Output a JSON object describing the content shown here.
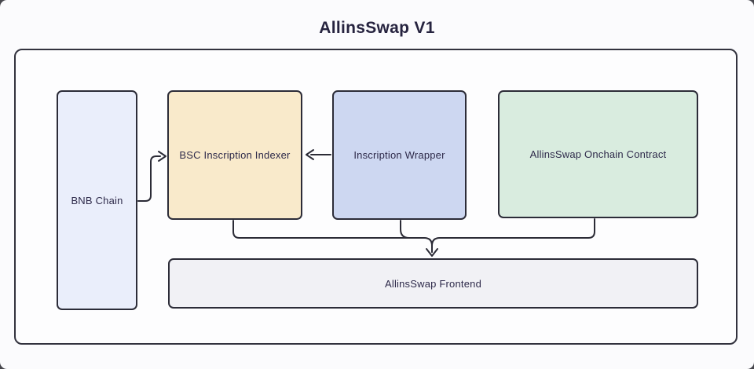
{
  "title": "AllinsSwap V1",
  "nodes": {
    "bnb_chain": {
      "label": "BNB Chain",
      "fill": "#eaeefb"
    },
    "indexer": {
      "label": "BSC Inscription Indexer",
      "fill": "#f9eacb"
    },
    "wrapper": {
      "label": "Inscription Wrapper",
      "fill": "#cdd7f1"
    },
    "contract": {
      "label": "AllinsSwap Onchain Contract",
      "fill": "#d9ecdf"
    },
    "frontend": {
      "label": "AllinsSwap Frontend",
      "fill": "#f1f1f5"
    }
  },
  "edges": [
    {
      "id": "bnb-to-indexer",
      "from": "BNB Chain",
      "to": "BSC Inscription Indexer",
      "direction": "right"
    },
    {
      "id": "wrapper-to-indexer",
      "from": "Inscription Wrapper",
      "to": "BSC Inscription Indexer",
      "direction": "left"
    },
    {
      "id": "indexer-to-frontend",
      "from": "BSC Inscription Indexer",
      "to": "AllinsSwap Frontend",
      "direction": "down"
    },
    {
      "id": "wrapper-to-frontend",
      "from": "Inscription Wrapper",
      "to": "AllinsSwap Frontend",
      "direction": "down"
    },
    {
      "id": "contract-to-frontend",
      "from": "AllinsSwap Onchain Contract",
      "to": "AllinsSwap Frontend",
      "direction": "down"
    }
  ],
  "colors": {
    "canvas_bg": "#fbfbfd",
    "container_border": "#32323e",
    "node_border": "#2c2c38",
    "edge_stroke": "#2b2b36",
    "node_text": "#2e2a4a",
    "title_text": "#26233f"
  }
}
